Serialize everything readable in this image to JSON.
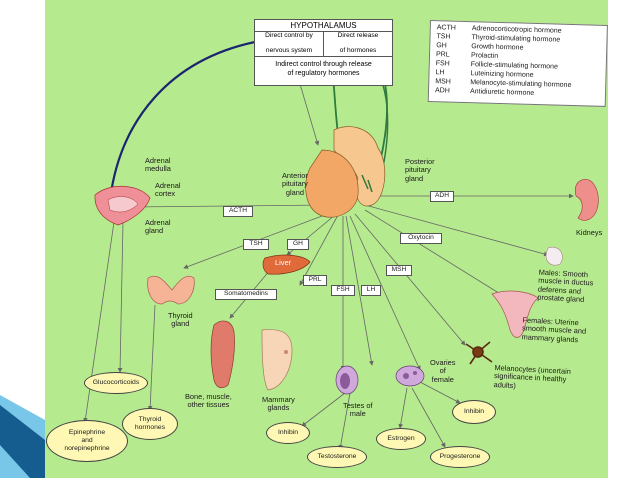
{
  "colors": {
    "background": "#b6ea8e",
    "deco_dark": "#155c8f",
    "deco_light": "#79c7e8",
    "oval": "#fff8b5",
    "gland": "#f3a766"
  },
  "hypothalamus": {
    "title": "HYPOTHALAMUS",
    "direct_nervous": "Direct control by\n\nnervous system",
    "direct_hormones": "Direct release\n\nof hormones",
    "indirect": "Indirect control through release\nof regulatory hormones"
  },
  "legend": [
    {
      "abbr": "ACTH",
      "name": "Adrenocorticotropic hormone"
    },
    {
      "abbr": "TSH",
      "name": "Thyroid-stimulating hormone"
    },
    {
      "abbr": "GH",
      "name": "Growth hormone"
    },
    {
      "abbr": "PRL",
      "name": "Prolactin"
    },
    {
      "abbr": "FSH",
      "name": "Follicle-stimulating hormone"
    },
    {
      "abbr": "LH",
      "name": "Luteinizing hormone"
    },
    {
      "abbr": "MSH",
      "name": "Melanocyte-stimulating hormone"
    },
    {
      "abbr": "ADH",
      "name": "Antidiuretic hormone"
    }
  ],
  "labels": {
    "adrenal_medulla": "Adrenal\nmedulla",
    "adrenal_cortex": "Adrenal\ncortex",
    "adrenal_gland": "Adrenal\ngland",
    "anterior_pituitary": "Anterior\npituitary\ngland",
    "posterior_pituitary": "Posterior\npituitary\ngland",
    "kidneys": "Kidneys",
    "liver": "Liver",
    "thyroid_gland": "Thyroid\ngland",
    "bone_muscle": "Bone, muscle,\nother tissues",
    "mammary_glands": "Mammary\nglands",
    "testes": "Testes of\nmale",
    "ovaries": "Ovaries\nof\nfemale",
    "males": "Males: Smooth\nmuscle in ductus\ndeferens and\nprostate gland",
    "females": "Females: Uterine\nsmooth muscle and\nmammary glands",
    "melanocytes": "Melanocytes (uncertain\nsignificance in healthy\nadults)"
  },
  "hormone_boxes": {
    "acth": "ACTH",
    "adh": "ADH",
    "tsh": "TSH",
    "gh": "GH",
    "oxytocin": "Oxytocin",
    "prl": "PRL",
    "msh": "MSH",
    "fsh": "FSH",
    "lh": "LH",
    "somatomedins": "Somatomedins"
  },
  "ovals": {
    "glucocorticoids": "Glucocorticoids",
    "thyroid_hormones": "Thyroid\nhormones",
    "epinephrine": "Epinephrine\nand\nnorepinephrine",
    "inhibin_left": "Inhibin",
    "testosterone": "Testosterone",
    "estrogen": "Estrogen",
    "progesterone": "Progesterone",
    "inhibin_right": "Inhibin"
  }
}
